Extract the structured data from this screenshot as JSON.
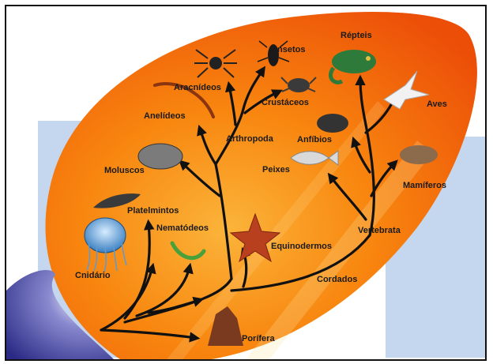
{
  "labels": {
    "insetos": "Insetos",
    "repteis": "Répteis",
    "aracnideos": "Aracnídeos",
    "crustaceos": "Crustáceos",
    "anelideos": "Anelídeos",
    "aves": "Aves",
    "arthropoda": "Arthropoda",
    "anfibios": "Anfíbios",
    "moluscos": "Moluscos",
    "peixes": "Peixes",
    "mamiferos": "Mamíferos",
    "platelmintos": "Platelmintos",
    "nematodeos": "Nematódeos",
    "vertebrata": "Vertebrata",
    "equinodermos": "Equinodermos",
    "cnidario": "Cnidário",
    "cordados": "Cordados",
    "porifera": "Porífera"
  },
  "colors": {
    "leaf_outer": "#f05a0a",
    "leaf_mid": "#f8860f",
    "leaf_inner": "#fbb43a",
    "panel": "#c4d7ee",
    "planet": "#3c3c9c",
    "branch": "#111111"
  }
}
